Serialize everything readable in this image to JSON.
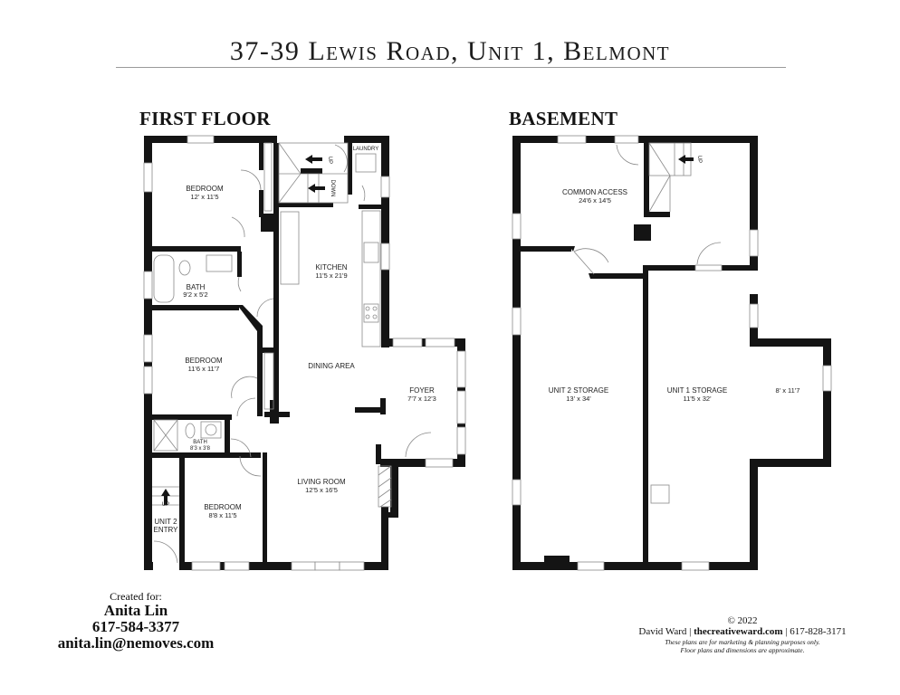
{
  "title": "37-39 Lewis Road, Unit 1, Belmont",
  "first_floor": {
    "heading": "FIRST FLOOR",
    "rooms": {
      "bedroom1": {
        "label": "BEDROOM",
        "dim": "12' x 11'5"
      },
      "bath1": {
        "label": "BATH",
        "dim": "9'2 x 5'2"
      },
      "bedroom2": {
        "label": "BEDROOM",
        "dim": "11'6 x 11'7"
      },
      "bath2": {
        "label": "BATH",
        "dim": "8'3 x 3'8"
      },
      "bedroom3": {
        "label": "BEDROOM",
        "dim": "8'8 x 11'5"
      },
      "unit2_entry": {
        "label_line1": "UNIT 2",
        "label_line2": "ENTRY",
        "stair": "UP"
      },
      "kitchen": {
        "label": "KITCHEN",
        "dim": "11'5 x 21'9"
      },
      "dining": {
        "label": "DINING AREA"
      },
      "foyer": {
        "label": "FOYER",
        "dim": "7'7 x 12'3"
      },
      "living": {
        "label": "LIVING ROOM",
        "dim": "12'5 x 16'5"
      },
      "laundry": {
        "label": "LAUNDRY"
      },
      "stairs": {
        "up": "UP",
        "down": "DOWN"
      }
    }
  },
  "basement": {
    "heading": "BASEMENT",
    "rooms": {
      "common": {
        "label": "COMMON ACCESS",
        "dim": "24'6 x 14'5"
      },
      "unit2_storage": {
        "label": "UNIT 2 STORAGE",
        "dim": "13' x 34'"
      },
      "unit1_storage": {
        "label": "UNIT 1 STORAGE",
        "dim": "11'5 x 32'"
      },
      "annex": {
        "dim": "8' x 11'7"
      },
      "stairs": {
        "up": "UP"
      }
    }
  },
  "created_for": {
    "label": "Created for:",
    "name": "Anita Lin",
    "phone": "617-584-3377",
    "email": "anita.lin@nemoves.com"
  },
  "credit": {
    "copyright": "© 2022",
    "author": "David Ward",
    "website": "thecreativeward.com",
    "phone": "617-828-3171",
    "separator": "|",
    "disclaimer1": "These plans are for marketing & planning purposes only.",
    "disclaimer2": "Floor plans and dimensions are approximate."
  },
  "colors": {
    "wall": "#141414",
    "fixture_line": "#8a8a8a",
    "rule": "#9a9a9a"
  }
}
